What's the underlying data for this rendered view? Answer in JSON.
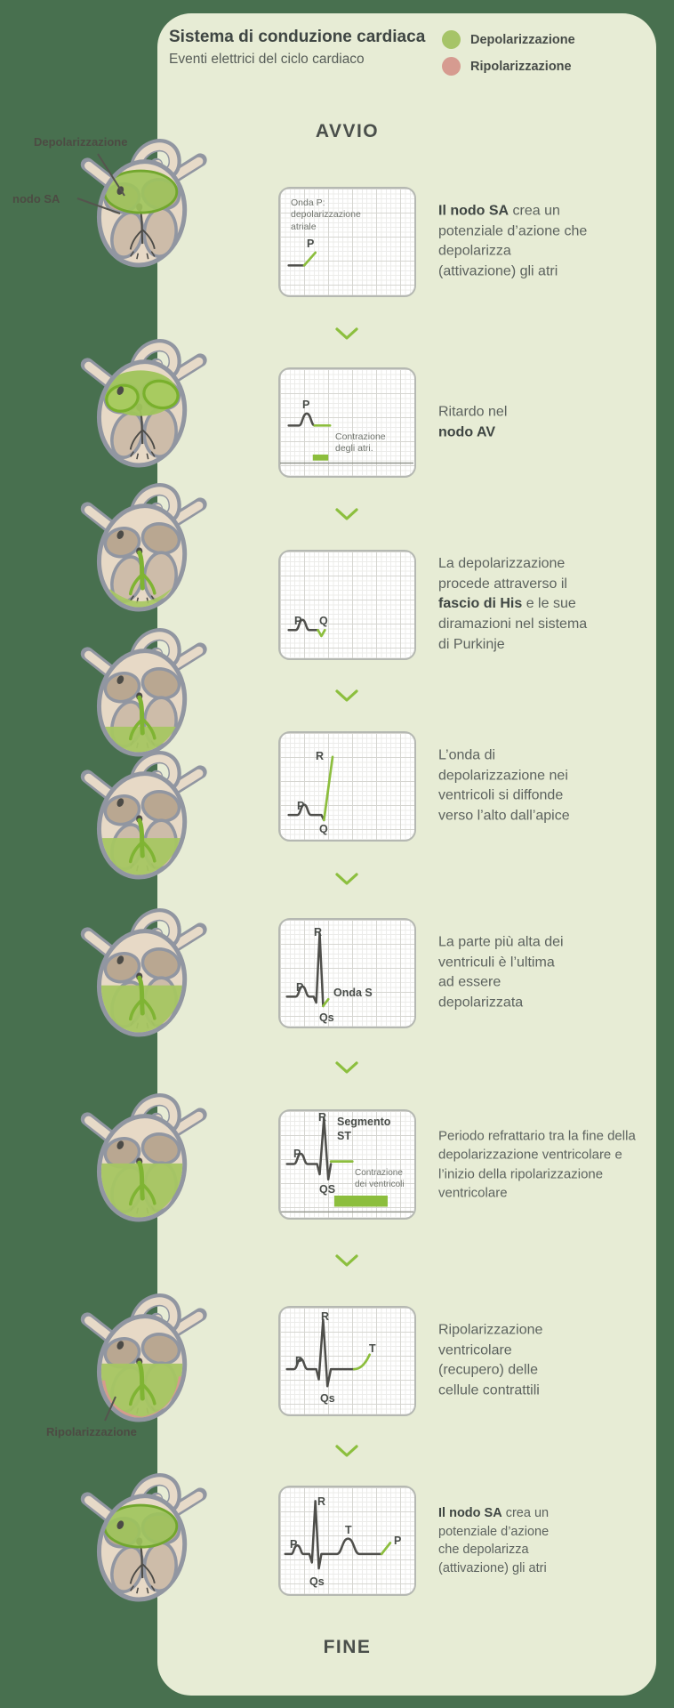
{
  "header": {
    "title": "Sistema di conduzione cardiaca",
    "subtitle": "Eventi elettrici del ciclo cardiaco",
    "legend": [
      {
        "label": "Depolarizzazione",
        "color": "#a6c468"
      },
      {
        "label": "Ripolarizzazione",
        "color": "#d69b90"
      }
    ]
  },
  "flow": {
    "start": "AVVIO",
    "end": "FINE"
  },
  "annotations": {
    "depolarization": "Depolarizzazione",
    "sa_node": "nodo SA",
    "repolarization": "Ripolarizzazione"
  },
  "colors": {
    "background": "#48704f",
    "panel": "#e7ecd5",
    "accent_green": "#8cbe3d",
    "legend_green": "#a6c468",
    "legend_pink": "#d69b90"
  },
  "steps": [
    {
      "heart_state": "sa-node-depolarization",
      "text": {
        "pre": "",
        "bold": "Il nodo SA",
        "post": " crea un potenziale d’azione che depolarizza (attivazione) gli atri"
      },
      "ecg": {
        "caption": "Onda P: depolarizzazione atriale",
        "labels": {
          "p": "P"
        }
      }
    },
    {
      "heart_state": "atria-depolarized",
      "text": {
        "pre": "Ritardo nel ",
        "bold": "nodo AV",
        "post": ""
      },
      "ecg": {
        "caption": "Contrazione degli atri.",
        "labels": {
          "p": "P"
        }
      }
    },
    {
      "heart_state": "his-bundle-purkinje",
      "text": {
        "pre": "La depolarizzazione procede attraverso il ",
        "bold": "fascio di His",
        "post": " e le sue diramazioni nel sistema di Purkinje"
      },
      "ecg": {
        "labels": {
          "p": "P",
          "q": "Q"
        }
      }
    },
    {
      "heart_state": "apex-depolarizing",
      "text": {
        "pre": "L’onda di depolarizzazione nei ventricoli si diffonde verso l’alto dall’apice",
        "bold": "",
        "post": ""
      },
      "ecg": {
        "labels": {
          "p": "P",
          "q": "Q",
          "r": "R"
        }
      }
    },
    {
      "heart_state": "ventricles-spreading-up",
      "text": {
        "pre": "La parte più alta dei ventriculi è l’ultima ad essere depolarizzata",
        "bold": "",
        "post": ""
      },
      "ecg": {
        "labels": {
          "p": "P",
          "r": "R",
          "onda_s": "Onda S",
          "qs": "Qs"
        }
      }
    },
    {
      "heart_state": "ventricles-fully-depolarized",
      "text": {
        "pre": "Periodo refrattario tra la fine della depolarizzazione ventricolare e l’inizio della ripolarizzazione ventricolare",
        "bold": "",
        "post": ""
      },
      "ecg": {
        "caption": "Contrazione dei ventricoli",
        "labels": {
          "p": "P",
          "r": "R",
          "qs": "QS",
          "st": "Segmento ST"
        }
      }
    },
    {
      "heart_state": "ventricles-repolarizing",
      "text": {
        "pre": "Ripolarizzazione ventricolare (recupero) delle cellule contrattili",
        "bold": "",
        "post": ""
      },
      "ecg": {
        "labels": {
          "p": "P",
          "r": "R",
          "qs": "Qs",
          "t": "T"
        }
      }
    },
    {
      "heart_state": "sa-node-depolarization",
      "text": {
        "pre": "",
        "bold": "Il nodo SA",
        "post": " crea un potenziale d’azione che depolarizza (attivazione) gli atri"
      },
      "ecg": {
        "labels": {
          "p": "P",
          "r": "R",
          "qs": "Qs",
          "t": "T",
          "p2": "P"
        }
      }
    }
  ]
}
